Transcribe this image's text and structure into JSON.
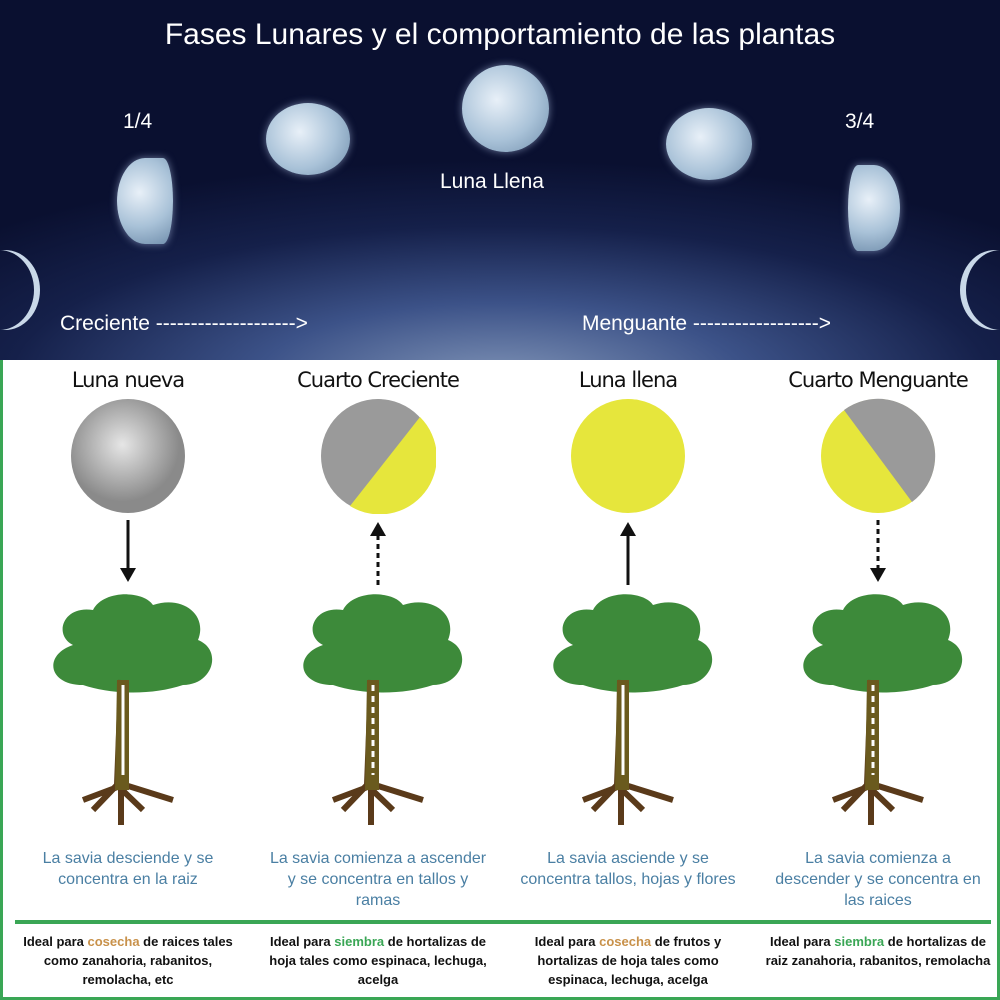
{
  "title": "Fases Lunares y el comportamiento de las plantas",
  "sky_labels": {
    "quarter_first": "1/4",
    "quarter_last": "3/4",
    "full": "Luna Llena",
    "waxing": "Creciente -------------------->",
    "waning": "Menguante ------------------>"
  },
  "phases": [
    {
      "name": "Luna nueva",
      "sap": "La savia desciende y se concentra en la raiz",
      "ideal_pre": "Ideal para ",
      "ideal_kw": "cosecha",
      "ideal_post": " de raices tales como zanahoria, rabanitos, remolacha, etc",
      "arrow": "down-solid"
    },
    {
      "name": "Cuarto Creciente",
      "sap": "La savia comienza a ascender y se concentra en tallos y ramas",
      "ideal_pre": "Ideal para ",
      "ideal_kw": "siembra",
      "ideal_post": " de hortalizas de hoja tales como espinaca, lechuga, acelga",
      "arrow": "up-dotted"
    },
    {
      "name": "Luna llena",
      "sap": "La savia asciende y se concentra tallos, hojas y flores",
      "ideal_pre": "Ideal para ",
      "ideal_kw": "cosecha",
      "ideal_post": " de frutos y hortalizas de hoja tales como espinaca, lechuga, acelga",
      "arrow": "up-solid"
    },
    {
      "name": "Cuarto Menguante",
      "sap": "La savia comienza a descender y se concentra en las raices",
      "ideal_pre": "Ideal para ",
      "ideal_kw": "siembra",
      "ideal_post": " de hortalizas de raiz zanahoria, rabanitos, remolacha",
      "arrow": "down-dotted"
    }
  ],
  "colors": {
    "green": "#3aa655",
    "yellow": "#e6e63c",
    "gray": "#9a9a9a",
    "sap_text": "#4a7fa3",
    "harvest": "#c8914a"
  }
}
